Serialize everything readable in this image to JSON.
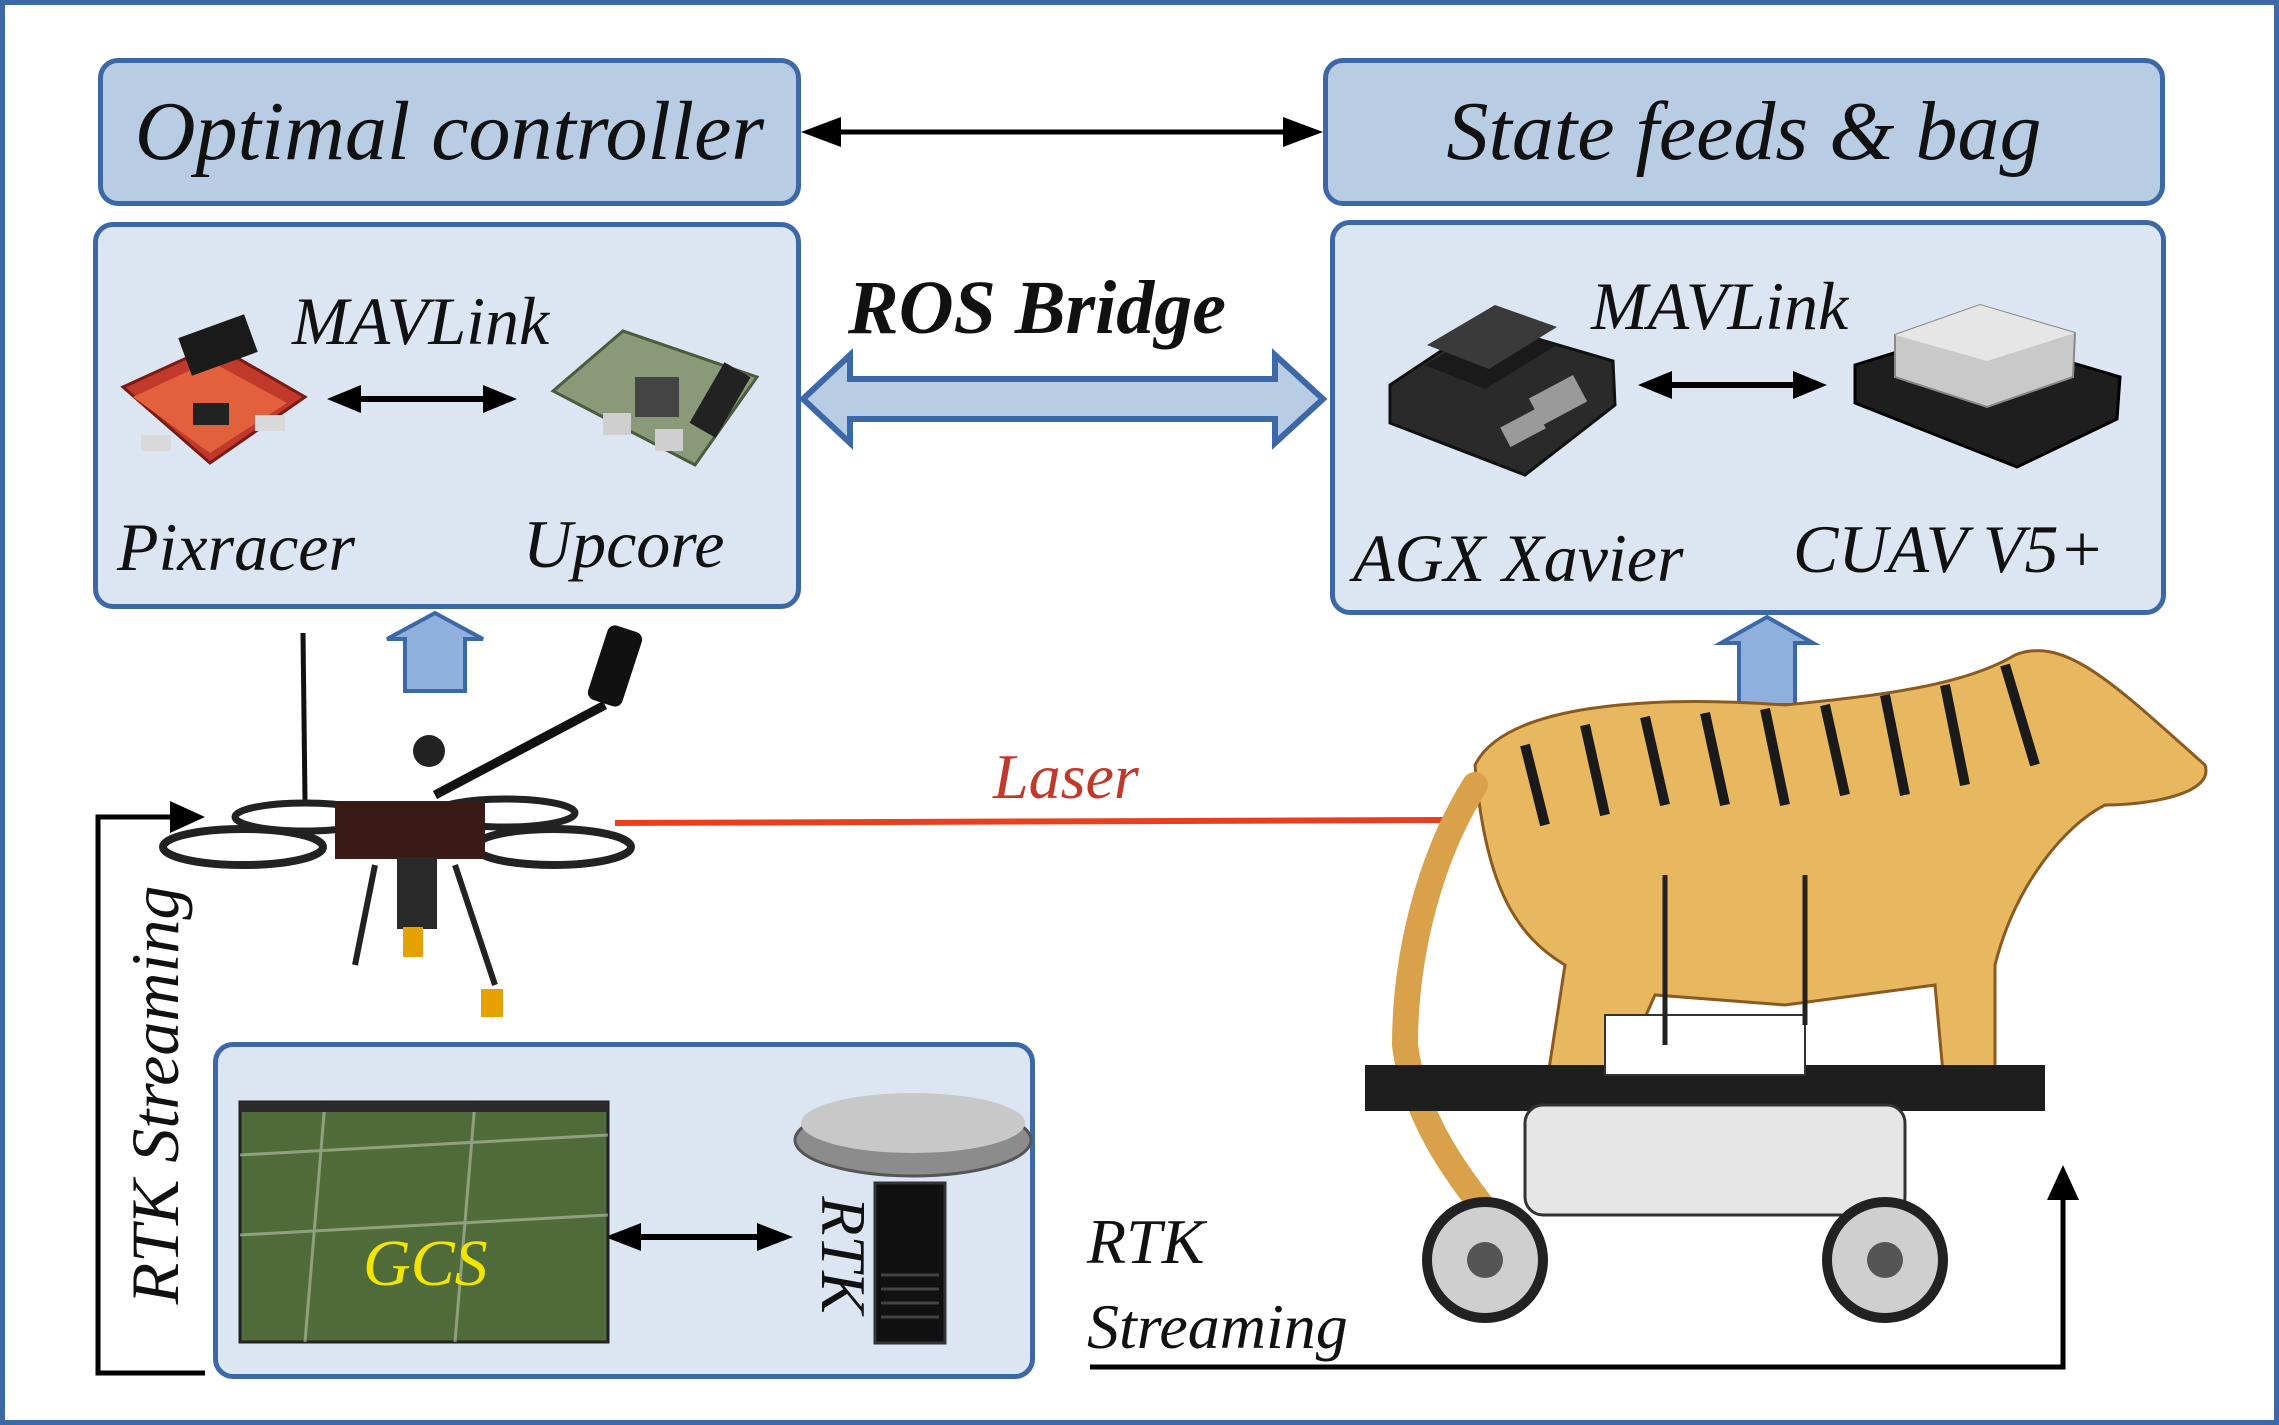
{
  "boxes": {
    "controller_title": "Optimal controller",
    "state_title": "State feeds & bag"
  },
  "left_panel": {
    "link_label": "MAVLink",
    "device_a": "Pixracer",
    "device_b": "Upcore"
  },
  "right_panel": {
    "link_label": "MAVLink",
    "device_a": "AGX Xavier",
    "device_b": "CUAV V5+"
  },
  "bridge_label": "ROS Bridge",
  "laser_label": "Laser",
  "rtk_left_label": "RTK Streaming",
  "rtk_bottom_line1": "RTK",
  "rtk_bottom_line2": "Streaming",
  "gcs": {
    "gcs_label": "GCS",
    "rtk_label": "RTK"
  },
  "colors": {
    "border_blue": "#3c68a8",
    "title_fill": "#b8cce4",
    "panel_fill": "#dce6f2",
    "laser": "#e8401c",
    "laser_text": "#c0392b",
    "gcs_text": "#f2e600"
  }
}
